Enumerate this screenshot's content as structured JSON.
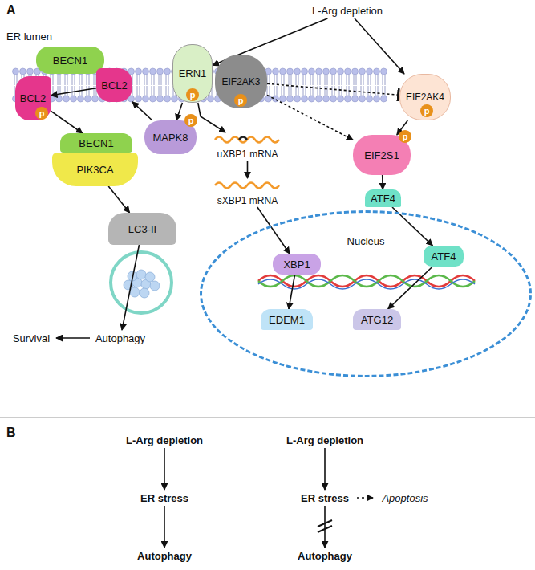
{
  "diagram": {
    "nodes": [
      {
        "text": [
          "L-Arg depletion"
        ]
      },
      {
        "text": [
          "BCL2"
        ]
      },
      {
        "text": [
          "BECN1"
        ]
      },
      {
        "text": [
          "BCL2"
        ]
      },
      {
        "text": [
          "ERN1"
        ]
      },
      {
        "text": [
          "EIF2AK3"
        ]
      },
      {
        "text": [
          "EIF2AK4"
        ]
      },
      {
        "text": [
          "MAPK8"
        ]
      },
      {
        "text": [
          "uXBP1 mRNA"
        ]
      },
      {
        "text": [
          "sXBP1 mRNA"
        ]
      },
      {
        "text": [
          "EIF2S1"
        ]
      },
      {
        "text": [
          "ATF4"
        ]
      },
      {
        "text": [
          "BECN1"
        ]
      },
      {
        "text": [
          "PIK3CA"
        ]
      },
      {
        "text": [
          "LC3-II"
        ]
      },
      {
        "text": [
          "Autophagy"
        ]
      },
      {
        "text": [
          "Survival"
        ]
      },
      {
        "text": [
          "Nucleus"
        ]
      },
      {
        "text": [
          "XBP1"
        ],
        "in": 17
      },
      {
        "text": [
          "ATF4"
        ],
        "in": 17
      },
      {
        "text": [
          "EDEM1"
        ],
        "in": 17
      },
      {
        "text": [
          "ATG12"
        ],
        "in": 17
      },
      {
        "text": [
          "L-Arg depletion"
        ]
      },
      {
        "text": [
          "ER stress"
        ]
      },
      {
        "text": [
          "Autophagy"
        ]
      },
      {
        "text": [
          "L-Arg depletion"
        ]
      },
      {
        "text": [
          "ER stress"
        ]
      },
      {
        "text": [
          "Autophagy"
        ]
      },
      {
        "text": [
          "Apoptosis"
        ]
      }
    ],
    "edges": [
      {
        "from": 0,
        "to": 4,
        "arrow": "to"
      },
      {
        "from": 0,
        "to": 6,
        "arrow": "to"
      },
      {
        "from": 5,
        "to": 6,
        "arrow": "to"
      },
      {
        "from": 4,
        "to": 7,
        "arrow": "to"
      },
      {
        "from": 7,
        "to": 3,
        "arrow": "to"
      },
      {
        "from": 3,
        "to": 1,
        "arrow": "to"
      },
      {
        "from": 1,
        "to": 12,
        "arrow": "to"
      },
      {
        "from": 13,
        "to": 14,
        "arrow": "to"
      },
      {
        "from": 14,
        "to": 15,
        "arrow": "to"
      },
      {
        "from": 15,
        "to": 16,
        "arrow": "to"
      },
      {
        "from": 4,
        "to": 8,
        "arrow": "to"
      },
      {
        "from": 8,
        "to": 9,
        "arrow": "to"
      },
      {
        "from": 9,
        "to": 18,
        "arrow": "to"
      },
      {
        "from": 6,
        "to": 10,
        "arrow": "to"
      },
      {
        "from": 5,
        "to": 10,
        "arrow": "to"
      },
      {
        "from": 10,
        "to": 11,
        "arrow": "to"
      },
      {
        "from": 11,
        "to": 19,
        "arrow": "to"
      },
      {
        "from": 18,
        "to": 20,
        "arrow": "to"
      },
      {
        "from": 19,
        "to": 21,
        "arrow": "to"
      },
      {
        "from": 22,
        "to": 23,
        "arrow": "to"
      },
      {
        "from": 23,
        "to": 24,
        "arrow": "to"
      },
      {
        "from": 25,
        "to": 26,
        "arrow": "to"
      },
      {
        "from": 26,
        "to": 27,
        "arrow": "to"
      },
      {
        "from": 26,
        "to": 28,
        "arrow": "to"
      }
    ],
    "labels": [
      "A",
      "ER lumen",
      "p",
      "p",
      "p",
      "p",
      "p",
      "p",
      "B"
    ]
  }
}
